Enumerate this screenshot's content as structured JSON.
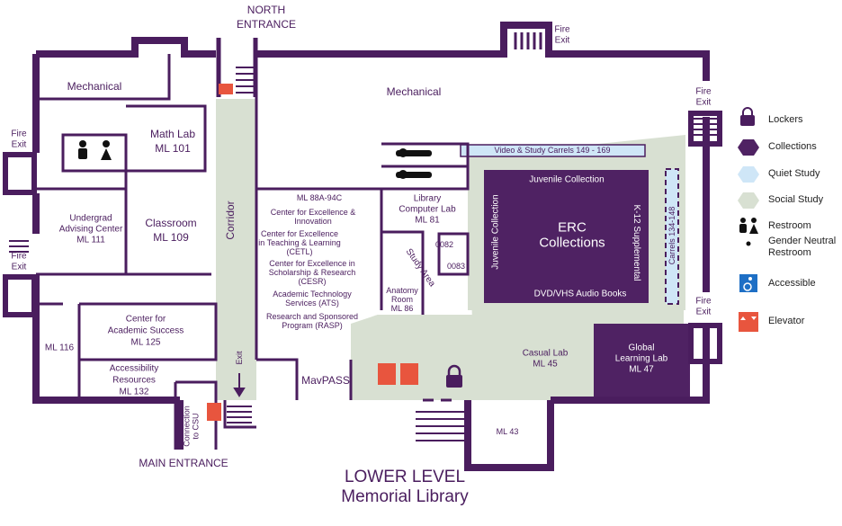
{
  "entrances": {
    "north_1": "NORTH",
    "north_2": "ENTRANCE",
    "main": "MAIN ENTRANCE",
    "connection": "Connection\nto CSU",
    "fire_exit_line1": "Fire",
    "fire_exit_line2": "Exit",
    "exit": "Exit"
  },
  "rooms": {
    "mechanical_left": "Mechanical",
    "mechanical_main": "Mechanical",
    "math_lab_1": "Math Lab",
    "math_lab_2": "ML 101",
    "undergrad_1": "Undergrad",
    "undergrad_2": "Advising Center",
    "undergrad_3": "ML 111",
    "classroom_1": "Classroom",
    "classroom_2": "ML 109",
    "corridor": "Corridor",
    "ml116": "ML 116",
    "academic_1": "Center for",
    "academic_2": "Academic Success",
    "academic_3": "ML 125",
    "access_1": "Accessibility",
    "access_2": "Resources",
    "access_3": "ML 132",
    "ml88": "ML 88A-94C",
    "cei_1": "Center for Excellence &",
    "cei_2": "Innovation",
    "cetl_1": "Center for Excellence",
    "cetl_2": "in Teaching & Learning",
    "cetl_3": "(CETL)",
    "cesr_1": "Center for Excellence in",
    "cesr_2": "Scholarship & Research",
    "cesr_3": "(CESR)",
    "ats_1": "Academic Technology",
    "ats_2": "Services (ATS)",
    "rasp_1": "Research and Sponsored",
    "rasp_2": "Program (RASP)",
    "mavpass": "MavPASS",
    "complab_1": "Library",
    "complab_2": "Computer Lab",
    "complab_3": "ML 81",
    "r0082": "0082",
    "r0083": "0083",
    "study_area": "Study Area",
    "anatomy_1": "Anatomy",
    "anatomy_2": "Room",
    "anatomy_3": "ML 86",
    "carrels_top": "Video & Study Carrels 149 - 169",
    "juvenile_top": "Juvenile Collection",
    "juvenile_side": "Juvenile Collection",
    "erc_1": "ERC",
    "erc_2": "Collections",
    "k12": "K-12 Supplemental",
    "dvd": "DVD/VHS  Audio Books",
    "carrels_side": "Carrels 134-148",
    "casual_1": "Casual Lab",
    "casual_2": "ML 45",
    "global_1": "Global",
    "global_2": "Learning Lab",
    "global_3": "ML 47",
    "ml43": "ML 43"
  },
  "title": {
    "line1": "LOWER LEVEL",
    "line2": "Memorial Library"
  },
  "legend": [
    {
      "icon": "lock-icon",
      "label": "Lockers"
    },
    {
      "icon": "hexagon-icon",
      "label": "Collections"
    },
    {
      "icon": "quiet-swatch-icon",
      "label": "Quiet Study"
    },
    {
      "icon": "social-swatch-icon",
      "label": "Social Study"
    },
    {
      "icon": "restroom-icon",
      "label": "Restroom"
    },
    {
      "icon": "dot-icon",
      "label": "Gender Neutral\nRestroom"
    },
    {
      "icon": "wheelchair-icon",
      "label": "Accessible"
    },
    {
      "icon": "elevator-icon",
      "label": "Elevator"
    }
  ],
  "colors": {
    "wall": "#4a1d5e",
    "collections": "#4f2263",
    "social_study": "#d8e0d2",
    "quiet_study": "#cfe6f7",
    "accessible": "#1e6fc5",
    "elevator": "#e8553e"
  }
}
